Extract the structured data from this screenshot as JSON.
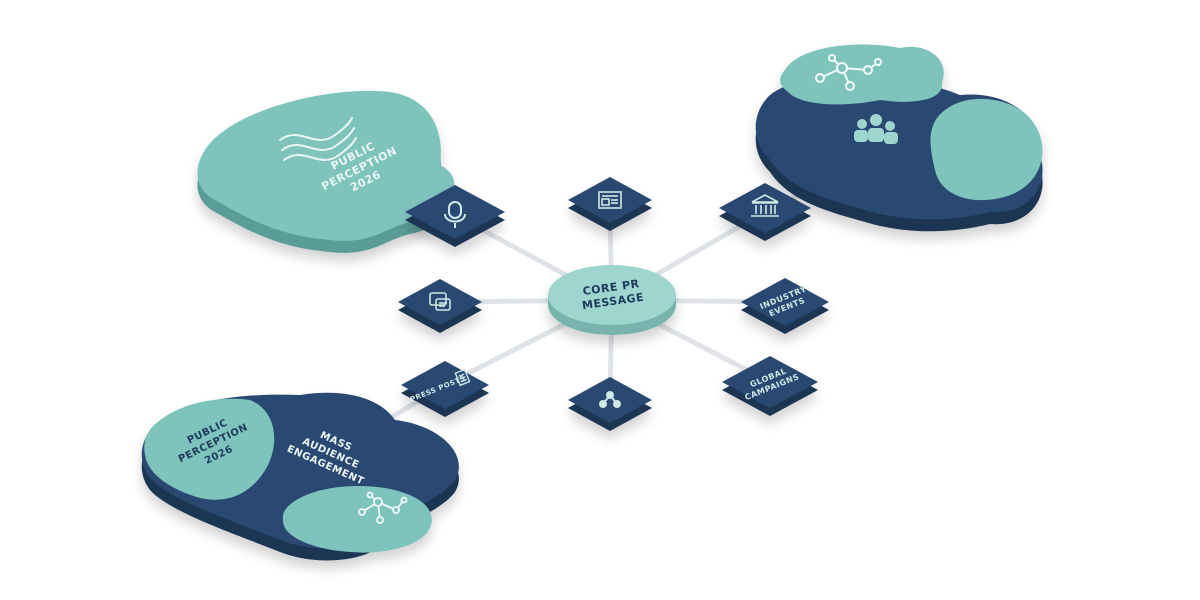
{
  "colors": {
    "navy": "#2b4a72",
    "navy_side": "#1d3553",
    "teal": "#7fc3bd",
    "teal_side": "#5a9c97",
    "core": "#9fd5cf",
    "core_side": "#78b3ad",
    "connector": "#dfe3e7",
    "text_dark": "#1f3b5c",
    "text_light": "#e9f5f3"
  },
  "core": {
    "line1": "CORE PR",
    "line2": "MESSAGE"
  },
  "islands": {
    "top_left": {
      "line1": "PUBLIC",
      "line2": "PERCEPTION",
      "line3": "2026",
      "icon": "wave-icon"
    },
    "top_right": {
      "icons": [
        "network-nodes-icon",
        "audience-group-icon"
      ]
    },
    "bottom_left": {
      "left_line1": "PUBLIC",
      "left_line2": "PERCEPTION",
      "left_line3": "2026",
      "right_line1": "MASS",
      "right_line2": "AUDIENCE",
      "right_line3": "ENGAGEMENT",
      "icon": "network-nodes-icon"
    }
  },
  "tiles": {
    "podcast": {
      "icon": "microphone-icon"
    },
    "news": {
      "icon": "newspaper-icon"
    },
    "government": {
      "icon": "building-icon"
    },
    "social": {
      "icon": "chat-icon"
    },
    "industry": {
      "line1": "INDUSTRY",
      "line2": "EVENTS"
    },
    "press": {
      "label": "PRESS POSTS",
      "icon": "document-icon"
    },
    "share": {
      "icon": "share-icon"
    },
    "global": {
      "line1": "GLOBAL",
      "line2": "CAMPAIGNS"
    }
  }
}
